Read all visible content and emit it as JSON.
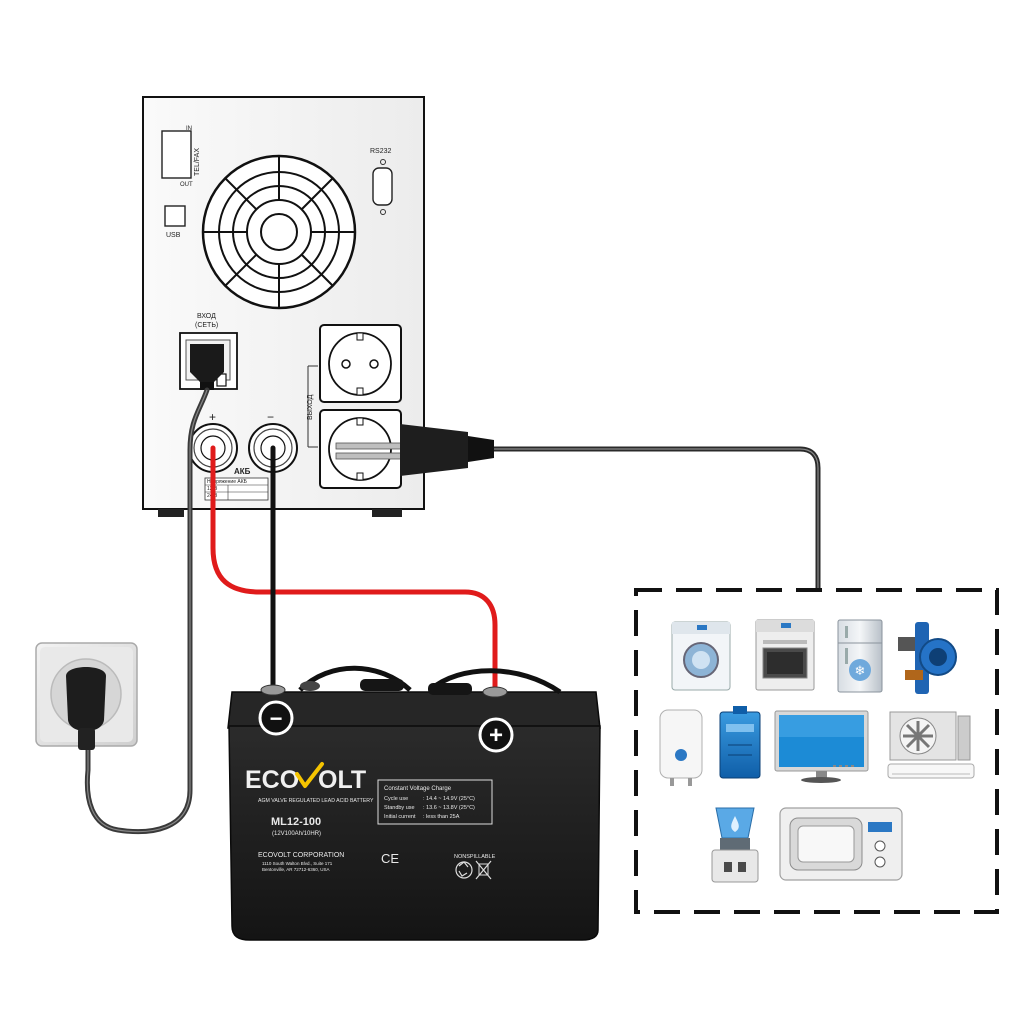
{
  "ups": {
    "tel_fax": "TEL/FAX",
    "in": "IN",
    "out": "OUT",
    "usb": "USB",
    "rs232": "RS232",
    "input_line1": "ВХОД",
    "input_line2": "(СЕТЬ)",
    "output_label": "ВЫХОД",
    "plus": "+",
    "minus": "−",
    "akb": "АКБ",
    "table_header": "Напряжение АКБ",
    "table_row1": "12 В",
    "table_row2": "24 В"
  },
  "battery": {
    "brand_left": "ECO",
    "brand_right": "OLT",
    "subtitle": "AGM VALVE REGULATED LEAD ACID BATTERY",
    "model": "ML12-100",
    "rating": "(12V100Ah/10HR)",
    "corp": "ECOVOLT CORPORATION",
    "addr1": "1110 South Walton Blvd., Suite 171",
    "addr2": "Bentonville, AR 72712-6360, USA",
    "ce": "CE",
    "nonspillable": "NONSPILLABLE",
    "charge_title": "Constant Voltage Charge",
    "charge_rows": [
      {
        "label": "Cycle use",
        "value": ": 14.4 ~ 14.9V (25°C)"
      },
      {
        "label": "Standby use",
        "value": ": 13.6 ~ 13.8V (25°C)"
      },
      {
        "label": "Initial current",
        "value": ": less than 25A"
      }
    ],
    "minus_symbol": "−",
    "plus_symbol": "+"
  },
  "colors": {
    "positive_cable": "#e01b1b",
    "negative_cable": "#111111",
    "power_cable": "#2a2a2a",
    "battery_body": "#1c1c1c"
  },
  "appliances": [
    {
      "icon": "washing-machine-icon"
    },
    {
      "icon": "oven-icon"
    },
    {
      "icon": "refrigerator-icon"
    },
    {
      "icon": "circulation-pump-icon"
    },
    {
      "icon": "water-heater-icon"
    },
    {
      "icon": "gas-boiler-icon"
    },
    {
      "icon": "tv-monitor-icon"
    },
    {
      "icon": "air-conditioner-icon"
    },
    {
      "icon": "water-cooler-icon"
    },
    {
      "icon": "microwave-icon"
    }
  ]
}
